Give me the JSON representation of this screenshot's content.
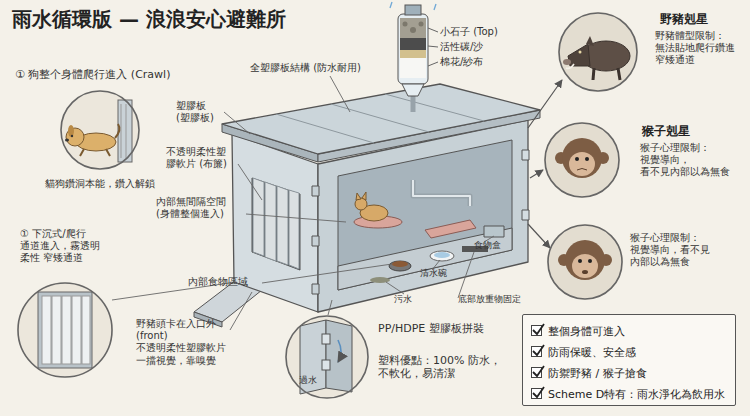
{
  "diagram": {
    "title": "雨水循環版 — 浪浪安心避難所",
    "nodes": [
      {
        "text": [
          "① 狗整个身體爬行進入 (Crawl)",
          "貓狗鑽洞本能，鑽入解鎖"
        ]
      },
      {
        "text": [
          "① 下沉式/爬行 通道進入，霧透明 柔性 窄矮通道"
        ]
      },
      {
        "text": [
          "過水"
        ]
      },
      {
        "text": [
          "野豬剋星",
          "野豬體型限制： 無法貼地爬行鑽進 窄矮通道"
        ]
      },
      {
        "text": [
          "猴子剋星",
          "猴子心理限制： 視覺導向， 看不見內部以為無食"
        ]
      },
      {
        "text": [
          "猴子心理限制： 視覺導向，看不見 內部以為無食"
        ]
      },
      {
        "text": [
          "整個身體可進入",
          "防雨保暖、安全感",
          "防禦野豬 / 猴子搶食",
          "Scheme D特有：雨水淨化為飲用水"
        ]
      }
    ],
    "labels": [
      "小石子 (Top)",
      "活性碳/沙",
      "棉花/紗布",
      "全塑膠板結構 (防水耐用)",
      "塑膠板 (塑膠板)",
      "不透明柔性塑 膠軟片 (布簾)",
      "內部無間隔空間 (身體整個進入)",
      "內部食物區域",
      "野豬頭卡在入口外 (front) 不透明柔性塑膠軟片 一擋視覺，靠嗅覺",
      "食物盒",
      "清水碗",
      "污水",
      "底部放重物固定",
      "PP/HDPE 塑膠板拼裝",
      "塑料優點：100% 防水， 不軟化，易清潔"
    ]
  }
}
